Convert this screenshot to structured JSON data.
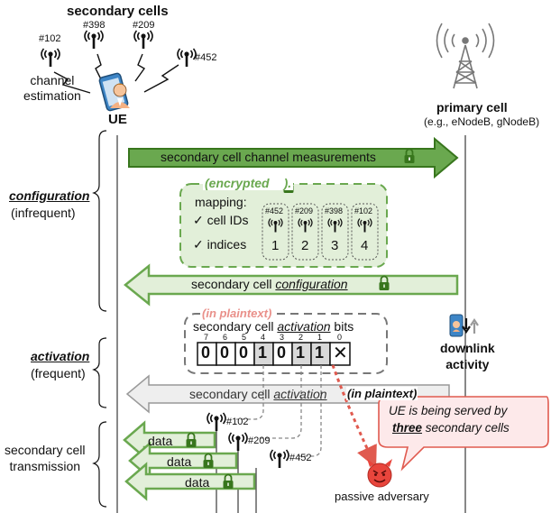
{
  "top": {
    "secondary_cells_title": "secondary cells",
    "cell_ids": [
      "#102",
      "#398",
      "#209",
      "#452"
    ],
    "channel_estimation": [
      "channel",
      "estimation"
    ],
    "ue_label": "UE",
    "primary_cell_title": "primary cell",
    "primary_cell_sub": "(e.g., eNodeB, gNodeB)"
  },
  "phases": {
    "configuration": "configuration",
    "configuration_sub": "(infrequent)",
    "activation": "activation",
    "activation_sub": "(frequent)",
    "transmission": [
      "secondary cell",
      "transmission"
    ]
  },
  "messages": {
    "measurements": "secondary cell channel measurements",
    "config_prefix": "secondary cell ",
    "config_word": "configuration",
    "activation_prefix": "secondary cell ",
    "activation_word": "activation",
    "activation_suffix": "(in plaintext)"
  },
  "mapping": {
    "encrypted": "(encrypted",
    "encrypted_end": ").",
    "title": "mapping:",
    "check1": "✓  cell IDs",
    "check2": "✓  indices",
    "ids": [
      "#452",
      "#209",
      "#398",
      "#102"
    ],
    "indices": [
      "1",
      "2",
      "3",
      "4"
    ]
  },
  "activation_bits": {
    "plaintext": "(in plaintext)",
    "title_prefix": "secondary cell ",
    "title_word": "activation",
    "title_suffix": " bits",
    "positions": [
      "7",
      "6",
      "5",
      "4",
      "3",
      "2",
      "1",
      "0"
    ],
    "bits": [
      "0",
      "0",
      "0",
      "1",
      "0",
      "1",
      "1",
      "✕"
    ]
  },
  "downlink": [
    "downlink",
    "activity"
  ],
  "transmission": {
    "ids": [
      "#102",
      "#209",
      "#452"
    ],
    "data_label": "data"
  },
  "callout": {
    "line1": "UE is being served by",
    "line2_bold": "three",
    "line2_rest": " secondary cells"
  },
  "adversary": "passive adversary",
  "colors": {
    "green_fill": "#6aa84f",
    "green_dark": "#38761d",
    "light_green": "#e2efd9",
    "gray_arrow": "#eeeeee",
    "red": "#e05a4f",
    "pink": "#fde9ea"
  }
}
